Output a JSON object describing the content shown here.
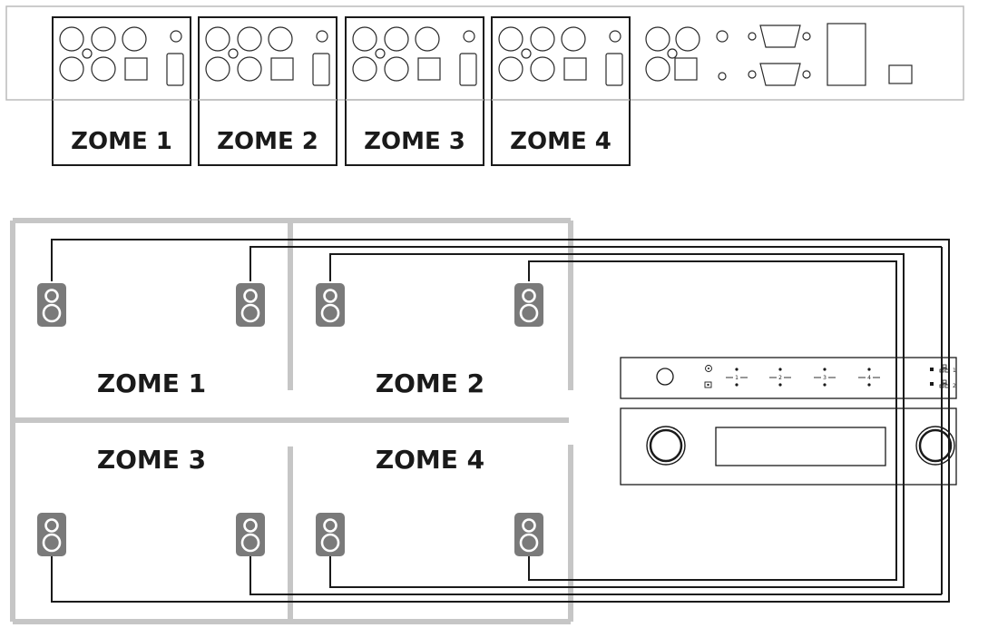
{
  "panel_labels": [
    "ZOME 1",
    "ZOME 2",
    "ZOME 3",
    "ZOME 4"
  ],
  "room_labels": [
    "ZOME 1",
    "ZOME 2",
    "ZOME 3",
    "ZOME 4"
  ],
  "receiver": {
    "zone_numbers": [
      "1",
      "2",
      "3",
      "4"
    ],
    "network_port_numbers": [
      "1",
      "2"
    ]
  },
  "colors": {
    "line": "#1a1a1a",
    "panel_outline": "#bbbbbb",
    "room_wall": "#c6c6c6",
    "speaker_body": "#7a7a7a"
  },
  "icons": [
    "speaker-icon",
    "power-icon",
    "network-port-icon",
    "volume-knob-icon",
    "rca-jack-icon",
    "db9-port-icon"
  ]
}
